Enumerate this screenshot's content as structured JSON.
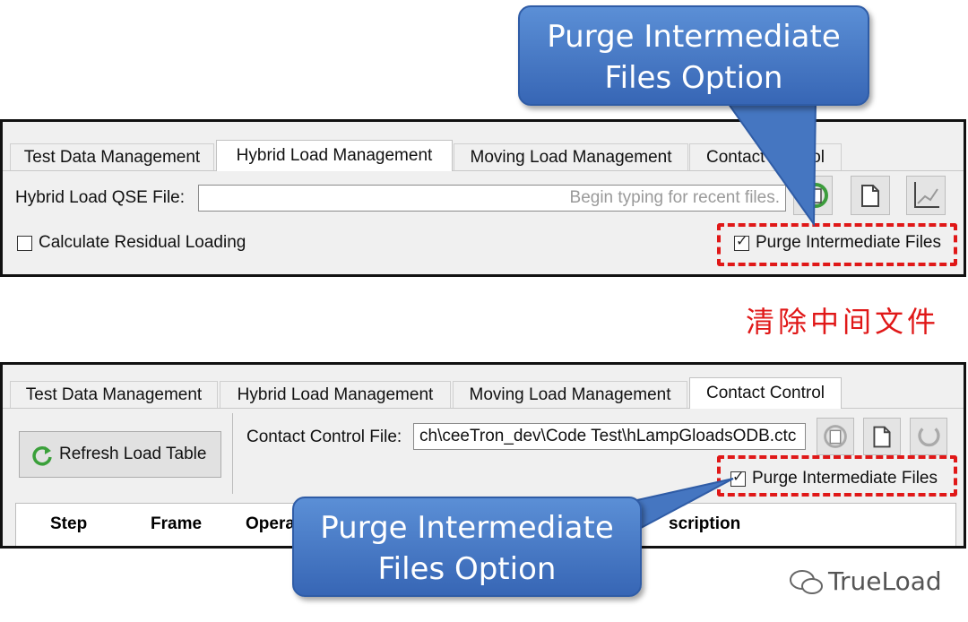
{
  "top_panel": {
    "tabs": [
      "Test Data Management",
      "Hybrid Load Management",
      "Moving Load Management",
      "Contact Control"
    ],
    "active_tab": "Hybrid Load Management",
    "file_label": "Hybrid Load QSE File:",
    "file_placeholder": "Begin typing for recent files.",
    "calc_residual_label": "Calculate Residual Loading",
    "purge_label": "Purge Intermediate Files"
  },
  "bottom_panel": {
    "tabs": [
      "Test Data Management",
      "Hybrid Load Management",
      "Moving Load Management",
      "Contact Control"
    ],
    "active_tab": "Contact Control",
    "refresh_button": "Refresh Load Table",
    "file_label": "Contact Control File:",
    "file_value": "ch\\ceeTron_dev\\Code Test\\hLampGloadsODB.ctc",
    "purge_label": "Purge Intermediate Files",
    "columns": [
      "Step",
      "Frame",
      "Opera",
      "scription"
    ]
  },
  "callout_top": "Purge Intermediate Files Option",
  "callout_bottom": "Purge Intermediate Files Option",
  "chinese_caption": "清除中间文件",
  "watermark": "TrueLoad",
  "colors": {
    "callout": "#4a7cc7",
    "highlight": "#e01818"
  }
}
